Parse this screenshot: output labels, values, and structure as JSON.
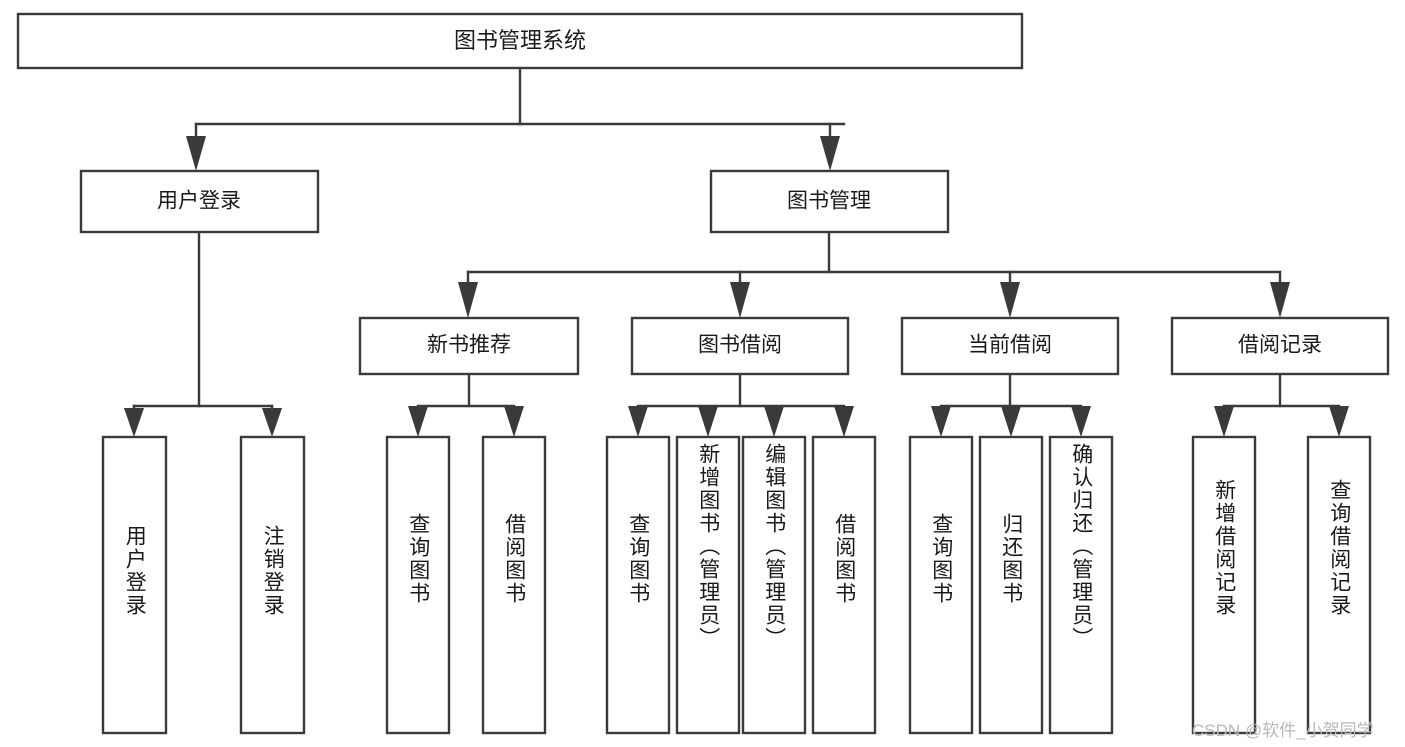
{
  "diagram": {
    "type": "tree-hierarchy",
    "title": "图书管理系统",
    "root": {
      "id": "root",
      "label": "图书管理系统",
      "orientation": "horizontal"
    },
    "level1": [
      {
        "id": "user-login",
        "label": "用户登录",
        "orientation": "horizontal"
      },
      {
        "id": "book-manage",
        "label": "图书管理",
        "orientation": "horizontal"
      }
    ],
    "level2": [
      {
        "id": "new-book-recommend",
        "label": "新书推荐",
        "orientation": "horizontal",
        "parent": "book-manage"
      },
      {
        "id": "book-borrow",
        "label": "图书借阅",
        "orientation": "horizontal",
        "parent": "book-manage"
      },
      {
        "id": "current-borrow",
        "label": "当前借阅",
        "orientation": "horizontal",
        "parent": "book-manage"
      },
      {
        "id": "borrow-record",
        "label": "借阅记录",
        "orientation": "horizontal",
        "parent": "book-manage"
      }
    ],
    "leaves": [
      {
        "id": "leaf-user-login",
        "label": "用户登录",
        "parent": "user-login"
      },
      {
        "id": "leaf-logout",
        "label": "注销登录",
        "parent": "user-login"
      },
      {
        "id": "leaf-query-book-1",
        "label": "查询图书",
        "parent": "new-book-recommend"
      },
      {
        "id": "leaf-borrow-book-1",
        "label": "借阅图书",
        "parent": "new-book-recommend"
      },
      {
        "id": "leaf-query-book-2",
        "label": "查询图书",
        "parent": "book-borrow"
      },
      {
        "id": "leaf-add-book",
        "label": "新增图书（管理员）",
        "parent": "book-borrow"
      },
      {
        "id": "leaf-edit-book",
        "label": "编辑图书（管理员）",
        "parent": "book-borrow"
      },
      {
        "id": "leaf-borrow-book-2",
        "label": "借阅图书",
        "parent": "book-borrow"
      },
      {
        "id": "leaf-query-book-3",
        "label": "查询图书",
        "parent": "current-borrow"
      },
      {
        "id": "leaf-return-book",
        "label": "归还图书",
        "parent": "current-borrow"
      },
      {
        "id": "leaf-confirm-return",
        "label": "确认归还（管理员）",
        "parent": "current-borrow"
      },
      {
        "id": "leaf-add-record",
        "label": "新增借阅记录",
        "parent": "borrow-record"
      },
      {
        "id": "leaf-query-record",
        "label": "查询借阅记录",
        "parent": "borrow-record"
      }
    ],
    "colors": {
      "stroke": "#3a3a3a",
      "fill": "#ffffff",
      "text": "#1a1a1a",
      "watermark": "#b8b8b8",
      "background": "#ffffff"
    }
  },
  "watermark": {
    "text": "CSDN @软件_小贺同学"
  }
}
